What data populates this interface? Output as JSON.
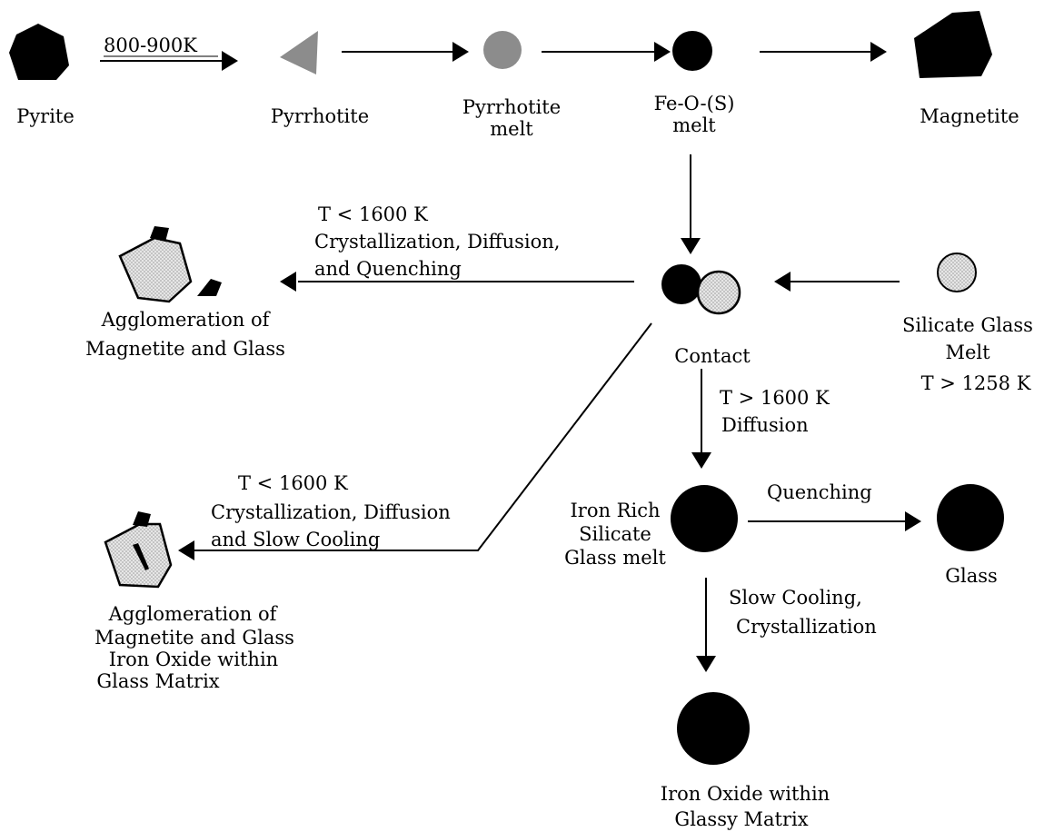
{
  "colors": {
    "ink": "#000000",
    "gray": "#8c8c8c",
    "light": "#d6d6d6",
    "paper": "#ffffff"
  },
  "nodes": {
    "pyrite": "Pyrite",
    "pyrrhotite": "Pyrrhotite",
    "pyrrhotite_melt": [
      "Pyrrhotite",
      "melt"
    ],
    "feos_melt": [
      "Fe-O-(S)",
      "melt"
    ],
    "magnetite": "Magnetite",
    "silicate_glass_melt": [
      "Silicate Glass",
      "Melt",
      "T > 1258 K"
    ],
    "contact": "Contact",
    "agglomeration_top": [
      "Agglomeration of",
      "Magnetite and Glass"
    ],
    "iron_rich_melt": [
      "Iron Rich",
      "Silicate",
      "Glass melt"
    ],
    "glass": "Glass",
    "agglomeration_bottom": [
      "Agglomeration of",
      "Magnetite and Glass",
      "Iron Oxide within",
      "Glass Matrix"
    ],
    "iron_oxide_glassy": [
      "Iron Oxide within",
      "Glassy Matrix"
    ]
  },
  "edges": {
    "pyrite_to_pyrrhotite": "800-900K",
    "contact_to_agglomeration_top": [
      "T < 1600 K",
      "Crystallization, Diffusion,",
      "and Quenching"
    ],
    "contact_to_iron_rich": [
      "T > 1600 K",
      "Diffusion"
    ],
    "iron_rich_to_glass": "Quenching",
    "contact_to_agglomeration_bottom": [
      "T < 1600 K",
      "Crystallization, Diffusion",
      "and Slow Cooling"
    ],
    "iron_rich_to_iron_oxide": [
      "Slow Cooling,",
      "Crystallization"
    ]
  }
}
